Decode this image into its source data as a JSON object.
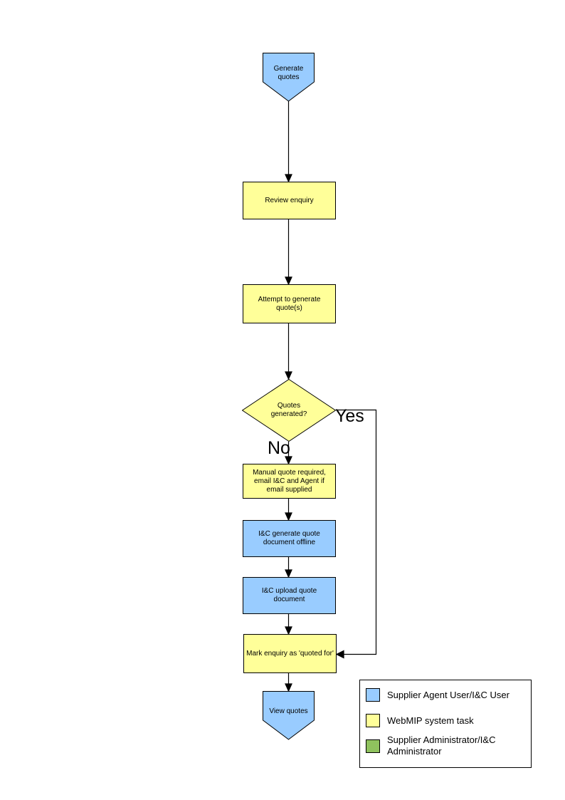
{
  "flowchart": {
    "nodes": [
      {
        "id": "generate-quotes",
        "type": "offpage-connector",
        "label": "Generate quotes",
        "fill": "#99CCFF"
      },
      {
        "id": "review-enquiry",
        "type": "process",
        "label": "Review enquiry",
        "fill": "#FFFF99"
      },
      {
        "id": "attempt-generate-quotes",
        "type": "process",
        "label": "Attempt to generate quote(s)",
        "fill": "#FFFF99"
      },
      {
        "id": "quotes-generated",
        "type": "decision",
        "label": "Quotes generated?",
        "fill": "#FFFF99"
      },
      {
        "id": "manual-quote-required",
        "type": "process",
        "label": "Manual quote required, email I&C and Agent if email supplied",
        "fill": "#FFFF99"
      },
      {
        "id": "ic-generate-quote",
        "type": "process",
        "label": "I&C generate quote document offline",
        "fill": "#99CCFF"
      },
      {
        "id": "ic-upload-quote",
        "type": "process",
        "label": "I&C upload quote document",
        "fill": "#99CCFF"
      },
      {
        "id": "mark-enquiry-quoted",
        "type": "process",
        "label": "Mark enquiry as 'quoted for'",
        "fill": "#FFFF99"
      },
      {
        "id": "view-quotes",
        "type": "offpage-connector",
        "label": "View quotes",
        "fill": "#99CCFF"
      }
    ],
    "edge_labels": {
      "yes": "Yes",
      "no": "No"
    },
    "colors": {
      "blue": "#99CCFF",
      "yellow": "#FFFF99",
      "green": "#8FC25E",
      "line": "#000000"
    }
  },
  "legend": {
    "items": [
      {
        "label": "Supplier Agent User/I&C User",
        "color": "#99CCFF"
      },
      {
        "label": "WebMIP system task",
        "color": "#FFFF99"
      },
      {
        "label": "Supplier Administrator/I&C Administrator",
        "color": "#8FC25E"
      }
    ]
  }
}
